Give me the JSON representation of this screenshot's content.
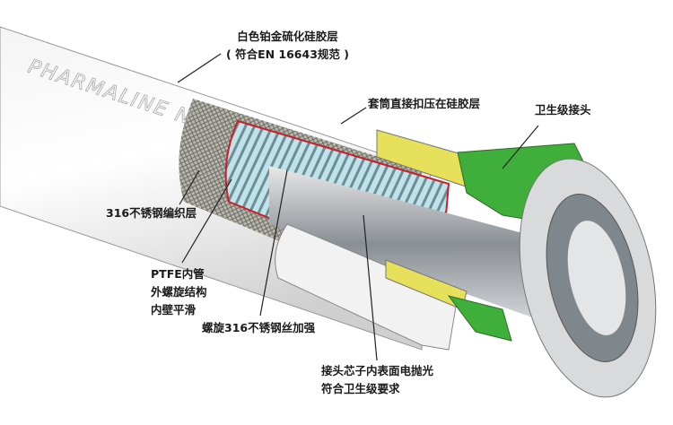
{
  "hose_brand": "PHARMALINE N",
  "labels": {
    "silicone_layer": {
      "line1": "白色铂金硫化硅胶层",
      "line2": "( 符合EN 16643规范 )"
    },
    "ferrule": "套筒直接扣压在硅胶层",
    "sanitary_fitting": "卫生级接头",
    "braid": "316不锈钢编织层",
    "ptfe": {
      "line1": "PTFE内管",
      "line2": "外螺旋结构",
      "line3": "内壁平滑"
    },
    "wire": "螺旋316不锈钢丝加强",
    "polished": {
      "line1": "接头芯子内表面电抛光",
      "line2": "符合卫生级要求"
    }
  },
  "colors": {
    "fitting_green": "#3fae3a",
    "ferrule_yellow": "#e6e05a",
    "liner_red": "#c8202a",
    "ptfe_blue": "#bfe3ea"
  }
}
